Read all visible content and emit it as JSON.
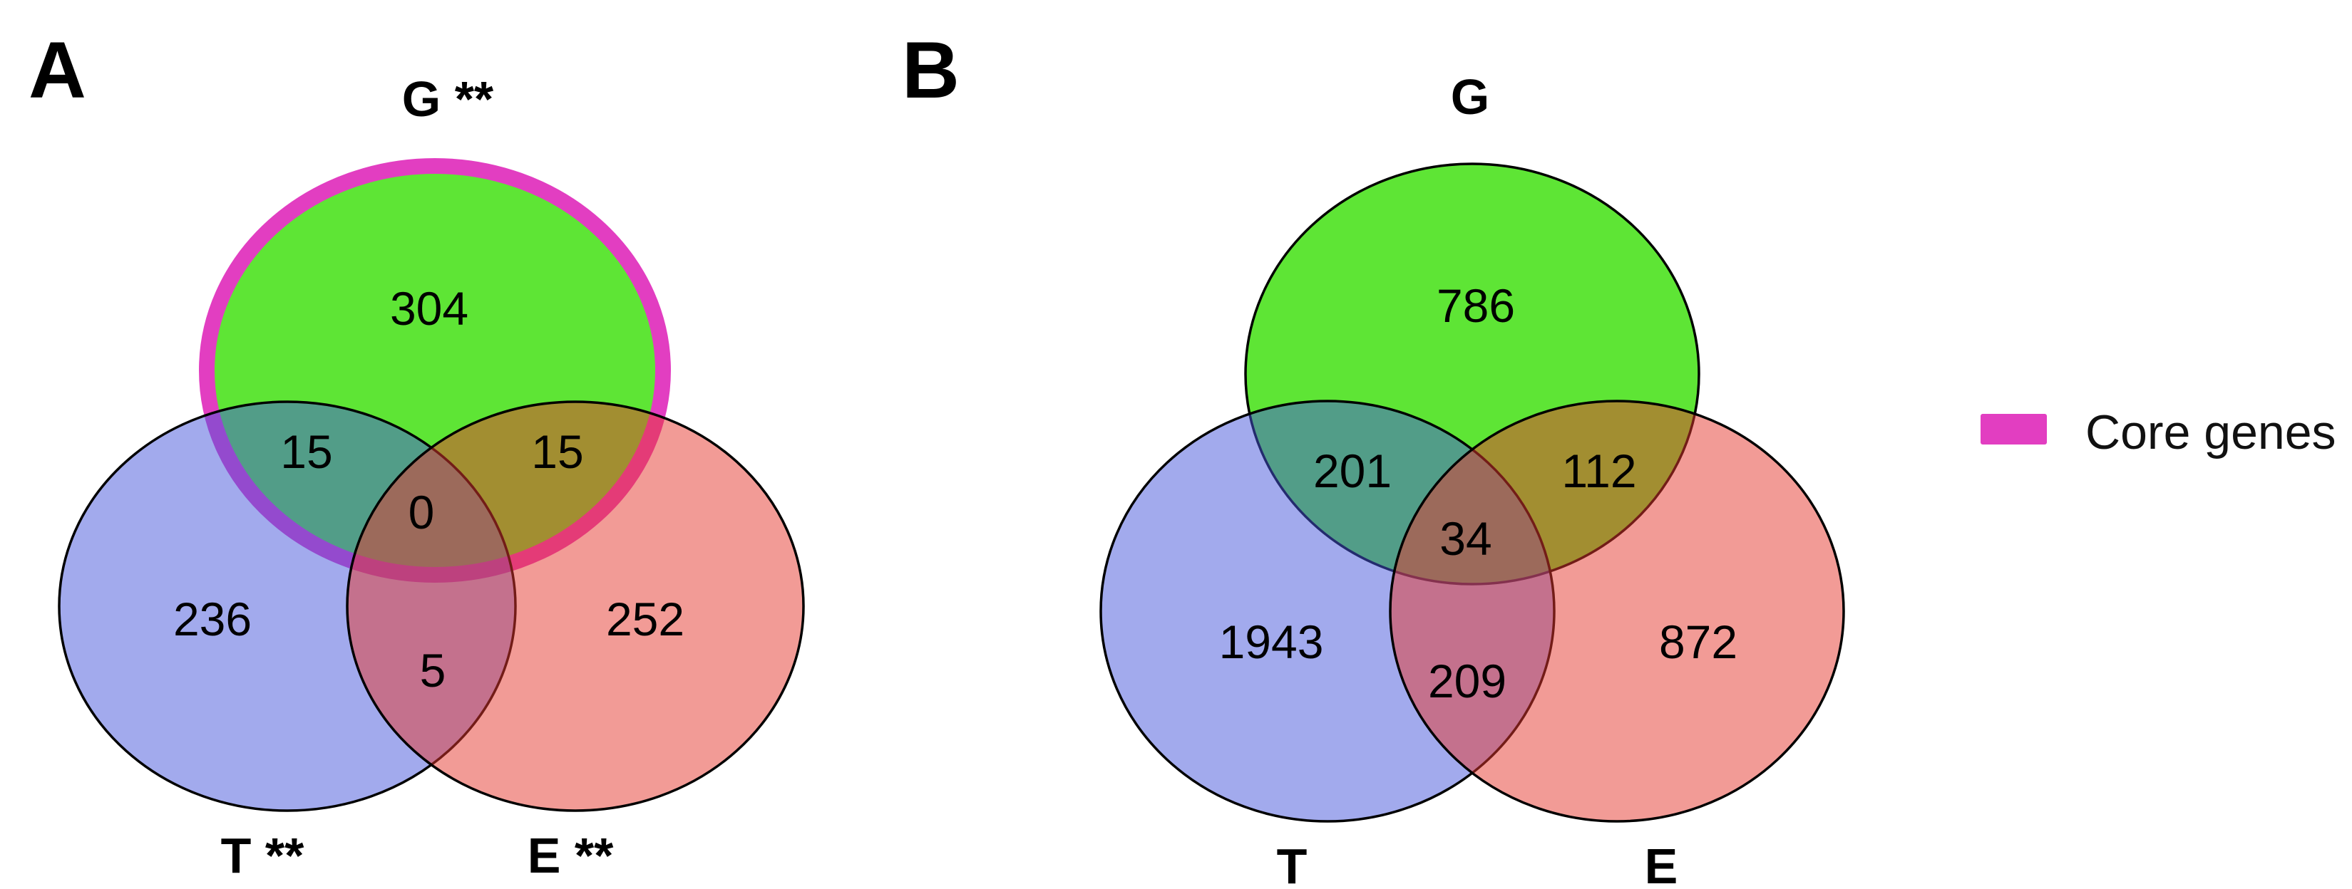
{
  "chart_data": [
    {
      "type": "venn",
      "title": "A",
      "set_labels": [
        "G **",
        "T **",
        "E **"
      ],
      "regions": {
        "G_only": 304,
        "G_and_T": 15,
        "G_and_E": 15,
        "G_T_E": 0,
        "T_only": 236,
        "T_and_E": 5,
        "E_only": 252
      },
      "core_genes_ring_on_set": "G"
    },
    {
      "type": "venn",
      "title": "B",
      "set_labels": [
        "G",
        "T",
        "E"
      ],
      "regions": {
        "G_only": 786,
        "G_and_T": 201,
        "G_and_E": 112,
        "G_T_E": 34,
        "T_only": 1943,
        "T_and_E": 209,
        "E_only": 872
      },
      "core_genes_ring_on_set": null
    }
  ],
  "legend": {
    "label": "Core genes",
    "swatch_color": "#e23ec1"
  },
  "colors": {
    "g_fill": "#5ee535",
    "t_fill": "#4655dc",
    "e_fill": "#e5372d",
    "ring": "#e23ec1",
    "outline": "#000000"
  }
}
